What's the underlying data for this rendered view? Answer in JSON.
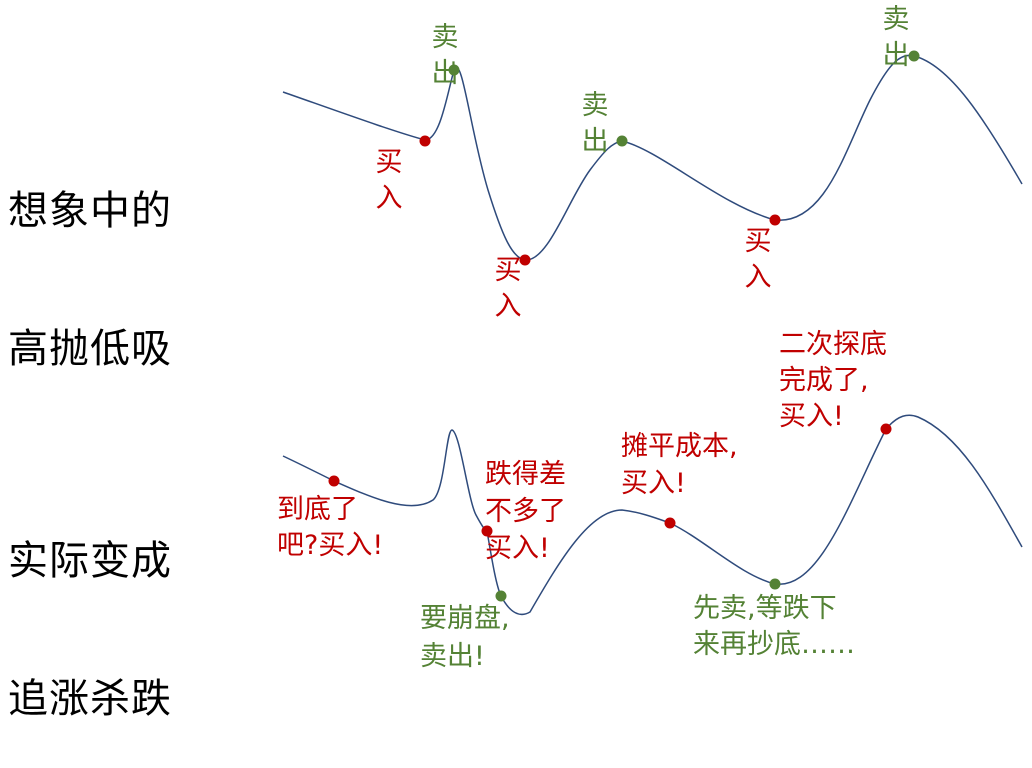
{
  "headings": {
    "top": [
      "想象中的",
      "高抛低吸"
    ],
    "bottom": [
      "实际变成",
      "追涨杀跌"
    ]
  },
  "colors": {
    "curve": "#2f4b7c",
    "buy": "#c00000",
    "sell": "#548235",
    "heading": "#000000"
  },
  "top_diagram": {
    "markers": [
      {
        "kind": "buy",
        "label": [
          "买",
          "入"
        ]
      },
      {
        "kind": "sell",
        "label": [
          "卖",
          "出"
        ]
      },
      {
        "kind": "buy",
        "label": [
          "买",
          "入"
        ]
      },
      {
        "kind": "sell",
        "label": [
          "卖",
          "出"
        ]
      },
      {
        "kind": "buy",
        "label": [
          "买",
          "入"
        ]
      },
      {
        "kind": "sell",
        "label": [
          "卖",
          "出"
        ]
      }
    ]
  },
  "bottom_diagram": {
    "markers": [
      {
        "kind": "buy",
        "label": [
          "到底了",
          "吧?买入!"
        ]
      },
      {
        "kind": "buy",
        "label": [
          "跌得差",
          "不多了",
          "买入!"
        ]
      },
      {
        "kind": "sell",
        "label": [
          "要崩盘,",
          "卖出!"
        ]
      },
      {
        "kind": "buy",
        "label": [
          "摊平成本,",
          "买入!"
        ]
      },
      {
        "kind": "sell",
        "label": [
          "先卖,等跌下",
          "来再抄底……"
        ]
      },
      {
        "kind": "buy",
        "label": [
          "二次探底",
          "完成了,",
          "买入!"
        ]
      }
    ]
  }
}
